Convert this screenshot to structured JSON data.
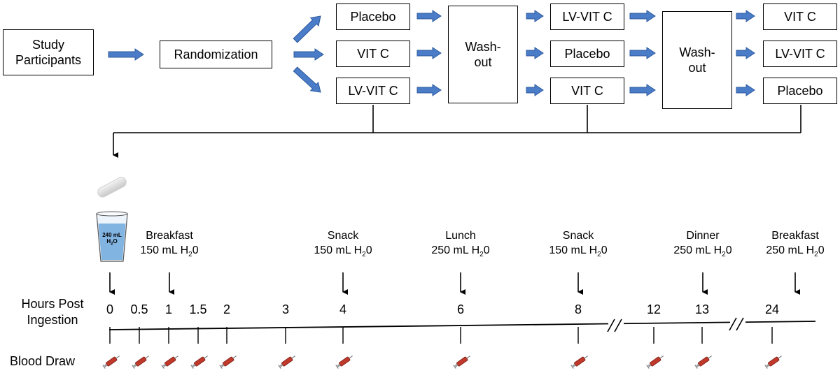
{
  "flow": {
    "participants": "Study\nParticipants",
    "randomization": "Randomization",
    "period1": [
      "Placebo",
      "VIT C",
      "LV-VIT C"
    ],
    "washout1": "Wash-\nout",
    "period2": [
      "LV-VIT C",
      "Placebo",
      "VIT C"
    ],
    "washout2": "Wash-\nout",
    "period3": [
      "VIT C",
      "LV-VIT C",
      "Placebo"
    ]
  },
  "cup": {
    "line1": "240 mL",
    "line2": "H",
    "sub": "2",
    "line3": "O"
  },
  "events": [
    {
      "name": "Breakfast",
      "water": "150 mL H",
      "sub": "2",
      "tail": "0"
    },
    {
      "name": "Snack",
      "water": "150 mL H",
      "sub": "2",
      "tail": "0"
    },
    {
      "name": "Lunch",
      "water": "250 mL H",
      "sub": "2",
      "tail": "0"
    },
    {
      "name": "Snack",
      "water": "150 mL H",
      "sub": "2",
      "tail": "0"
    },
    {
      "name": "Dinner",
      "water": "250 mL H",
      "sub": "2",
      "tail": "0"
    },
    {
      "name": "Breakfast",
      "water": "250 mL H",
      "sub": "2",
      "tail": "0"
    }
  ],
  "timeline": {
    "label": "Hours Post\nIngestion",
    "ticks": [
      "0",
      "0.5",
      "1",
      "1.5",
      "2",
      "3",
      "4",
      "6",
      "8",
      "12",
      "13",
      "24"
    ],
    "blood_label": "Blood Draw"
  },
  "colors": {
    "arrow": "#4a7cc7",
    "arrow_stroke": "#2d5a9e",
    "water": "#6fa8dc",
    "syringe": "#c0392b"
  }
}
